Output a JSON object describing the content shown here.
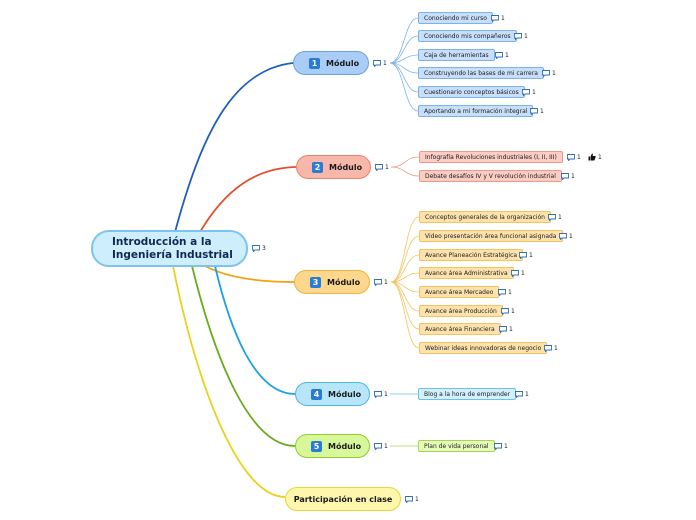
{
  "root": {
    "line1": "Introducción a la",
    "line2": "Ingeniería Industrial",
    "comments": "3"
  },
  "branches": [
    {
      "num": "1",
      "label": "Módulo",
      "comments": "1",
      "color": "#1f5fb8",
      "children": [
        {
          "label": "Conociendo mi curso",
          "comments": "1"
        },
        {
          "label": "Conociendo mis compañeros",
          "comments": "1"
        },
        {
          "label": "Caja de herramientas",
          "comments": "1"
        },
        {
          "label": "Construyendo las bases de mi carrera",
          "comments": "1"
        },
        {
          "label": "Cuestionario conceptos básicos",
          "comments": "1"
        },
        {
          "label": "Aportando a mi formación integral",
          "comments": "1"
        }
      ]
    },
    {
      "num": "2",
      "label": "Módulo",
      "comments": "1",
      "color": "#e0522e",
      "children": [
        {
          "label": "Infografía Revoluciones industriales (I, II, III)",
          "comments": "1",
          "likes": "1"
        },
        {
          "label": "Debate desafíos IV y V revolución industrial",
          "comments": "1"
        }
      ]
    },
    {
      "num": "3",
      "label": "Módulo",
      "comments": "1",
      "color": "#f2a20c",
      "children": [
        {
          "label": "Conceptos generales de la organización",
          "comments": "1"
        },
        {
          "label": "Video presentación área funcional asignada",
          "comments": "1"
        },
        {
          "label": "Avance Planeación Estratégica",
          "comments": "1"
        },
        {
          "label": "Avance área Administrativa",
          "comments": "1"
        },
        {
          "label": "Avance área Mercadeo",
          "comments": "1"
        },
        {
          "label": "Avance área Producción",
          "comments": "1"
        },
        {
          "label": "Avance área Financiera",
          "comments": "1"
        },
        {
          "label": "Webinar ideas innovadoras de negocio",
          "comments": "1"
        }
      ]
    },
    {
      "num": "4",
      "label": "Módulo",
      "comments": "1",
      "color": "#1ca3dd",
      "children": [
        {
          "label": "Blog a la hora de emprender",
          "comments": "1"
        }
      ]
    },
    {
      "num": "5",
      "label": "Módulo",
      "comments": "1",
      "color": "#6aab1e",
      "children": [
        {
          "label": "Plan de vida personal",
          "comments": "1"
        }
      ]
    },
    {
      "num": "",
      "label": "Participación en clase",
      "comments": "1",
      "color": "#e8d21c",
      "children": []
    }
  ]
}
